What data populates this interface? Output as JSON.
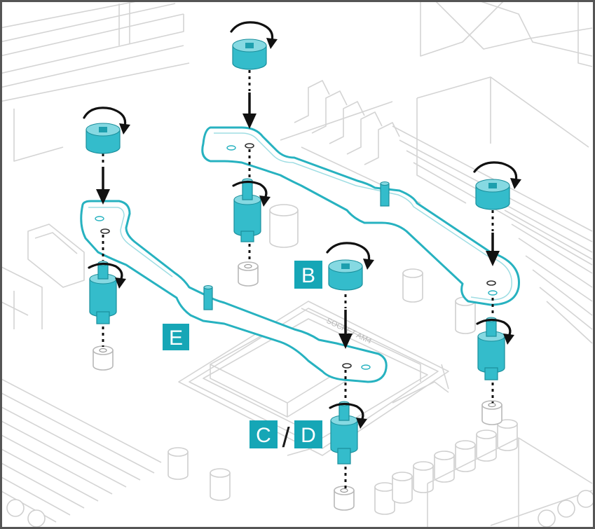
{
  "labels": {
    "b": "B",
    "c": "C",
    "slash": "/",
    "d": "D",
    "e": "E"
  },
  "socket_text": {
    "line1": "SOCKET AM4"
  },
  "colors": {
    "accent": "#27b2c0",
    "label_fill": "#16a6b6",
    "motherboard_line": "#d4d4d4",
    "frame": "#555555"
  },
  "icons": [
    "thumbscrew-icon",
    "rotate-clockwise-icon",
    "down-arrow-icon",
    "standoff-icon"
  ]
}
